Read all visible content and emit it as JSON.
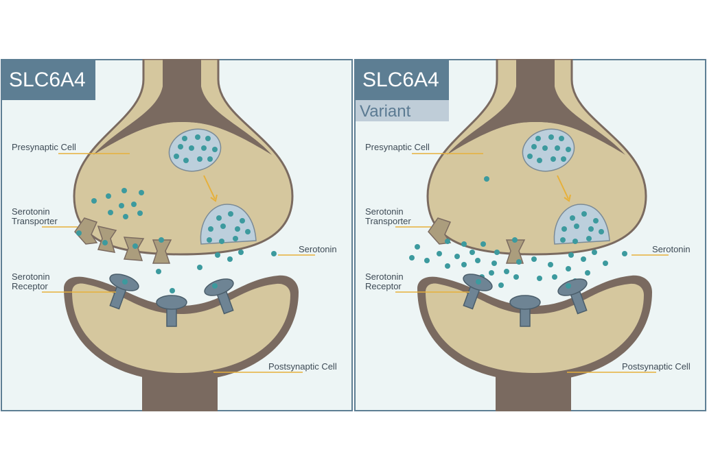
{
  "colors": {
    "background": "#edf5f5",
    "panel_border": "#5d7e93",
    "title_box": "#5d7e93",
    "variant_box": "#bfcdd8",
    "axon_dark": "#7a6a60",
    "cell_fill": "#d5c79e",
    "cell_border": "#7a6a60",
    "vesicle": "#bccfdc",
    "serotonin": "#3c9a9e",
    "leader_line": "#e6b03a",
    "receptor": "#6e8494"
  },
  "panels": {
    "normal": {
      "title": "SLC6A4",
      "labels": {
        "presynaptic": "Presynaptic Cell",
        "transporter_line1": "Serotonin",
        "transporter_line2": "Transporter",
        "serotonin": "Serotonin",
        "receptor_line1": "Serotonin",
        "receptor_line2": "Receptor",
        "postsynaptic": "Postsynaptic Cell"
      }
    },
    "variant": {
      "title": "SLC6A4",
      "subtitle": "Variant",
      "labels": {
        "presynaptic": "Presynaptic Cell",
        "transporter_line1": "Serotonin",
        "transporter_line2": "Transporter",
        "serotonin": "Serotonin",
        "receptor_line1": "Serotonin",
        "receptor_line2": "Receptor",
        "postsynaptic": "Postsynaptic Cell"
      }
    }
  }
}
